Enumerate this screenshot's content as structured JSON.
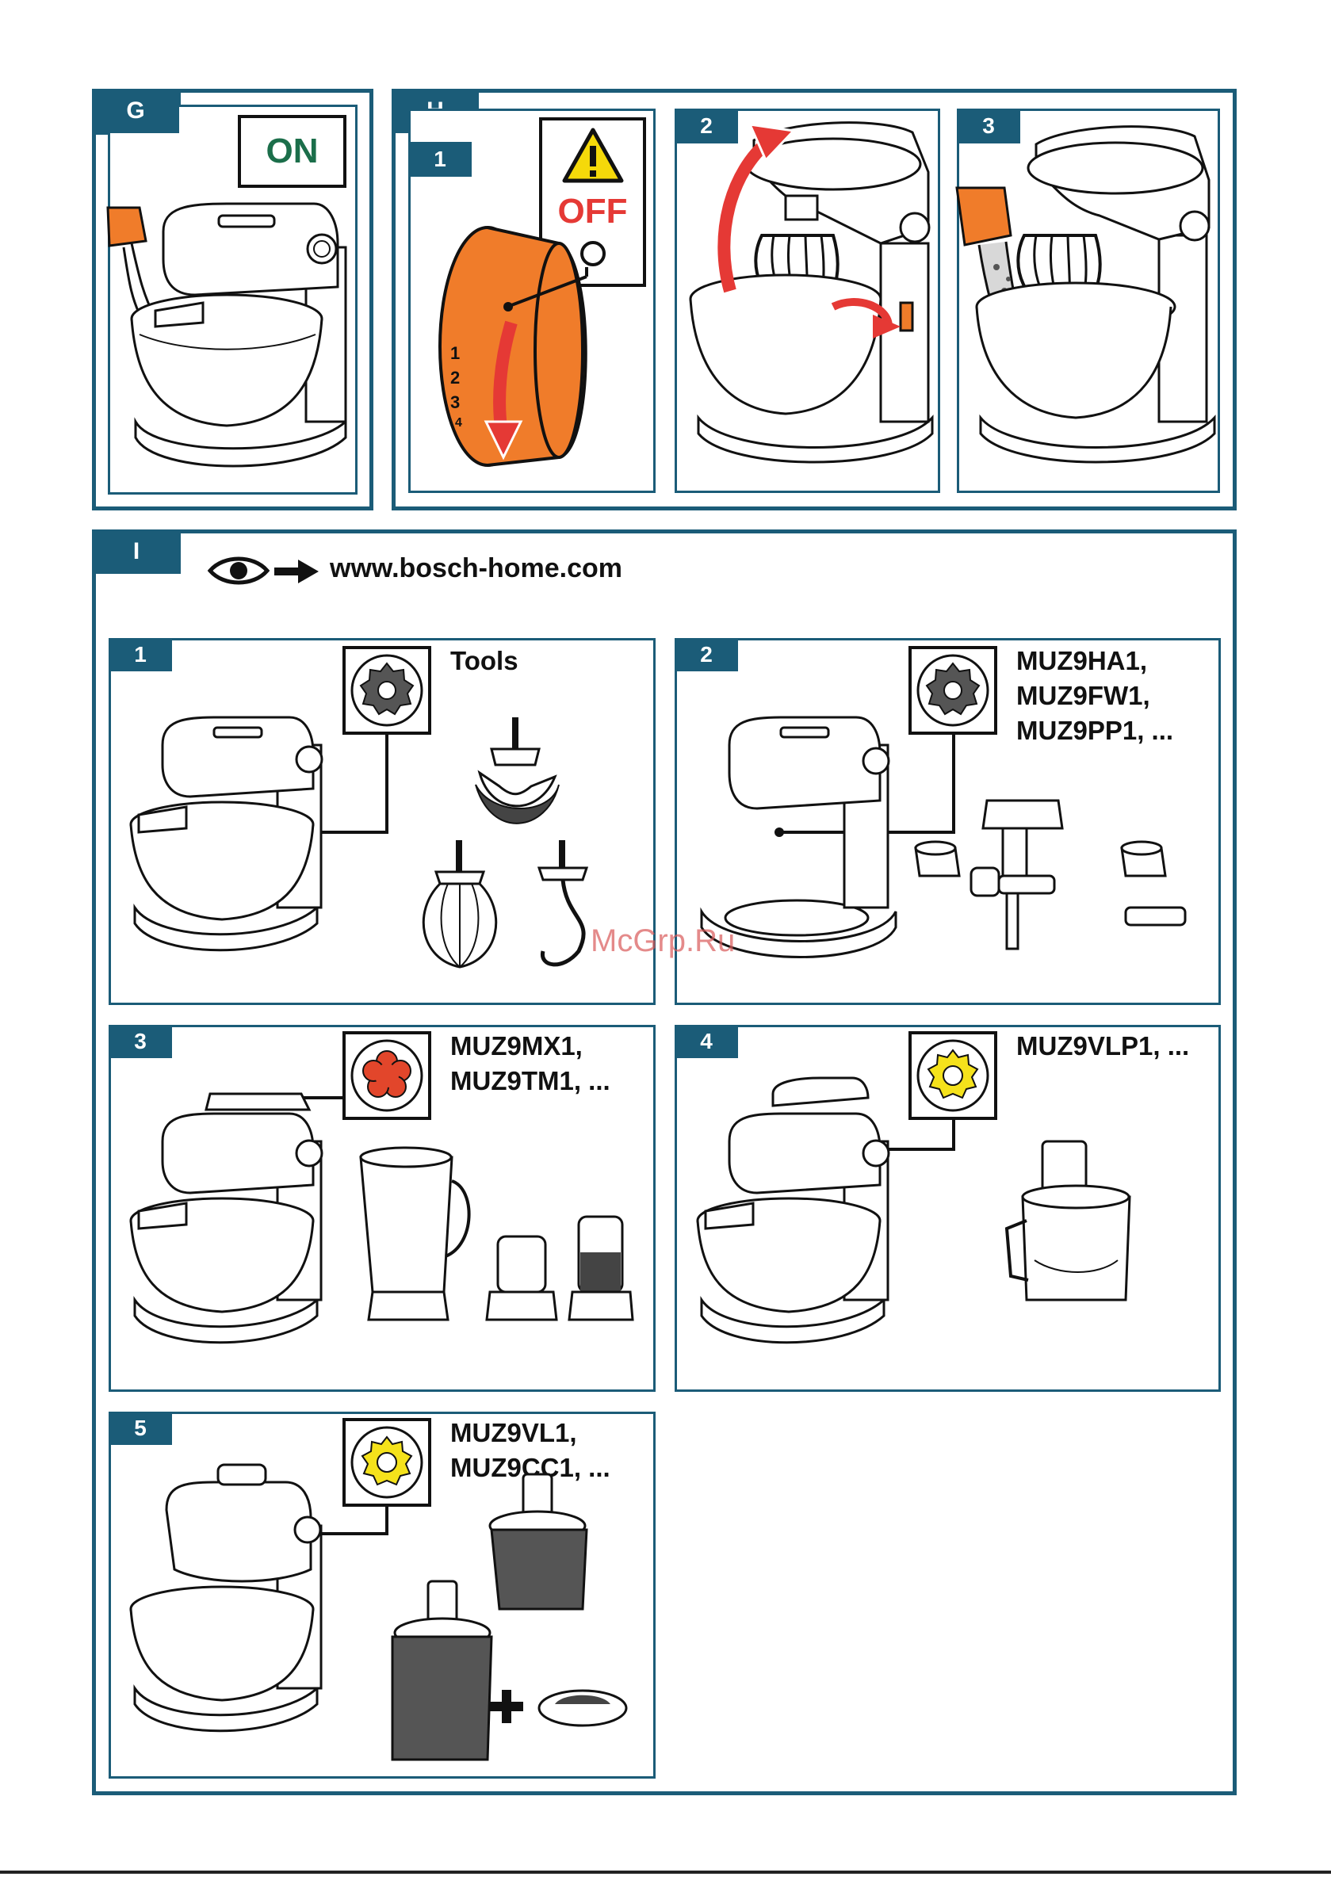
{
  "sections": {
    "g": {
      "tab": "G",
      "on_label": "ON"
    },
    "h": {
      "tab": "H",
      "steps": [
        {
          "number": "1",
          "off_label": "OFF",
          "dial_marks": [
            "1",
            "2",
            "3",
            "4"
          ]
        },
        {
          "number": "2"
        },
        {
          "number": "3"
        }
      ]
    },
    "i": {
      "tab": "I",
      "url": "www.bosch-home.com",
      "panels": [
        {
          "number": "1",
          "label_lines": [
            "Tools"
          ],
          "icon": "drive-shaft-dark-gear-icon",
          "icon_color": "#555555"
        },
        {
          "number": "2",
          "label_lines": [
            "MUZ9HA1,",
            "MUZ9FW1,",
            "MUZ9PP1, ..."
          ],
          "icon": "drive-shaft-dark-gear-icon",
          "icon_color": "#555555"
        },
        {
          "number": "3",
          "label_lines": [
            "MUZ9MX1,",
            "MUZ9TM1, ..."
          ],
          "icon": "drive-red-flower-icon",
          "icon_color": "#e2462b"
        },
        {
          "number": "4",
          "label_lines": [
            "MUZ9VLP1, ..."
          ],
          "icon": "drive-yellow-gear-icon",
          "icon_color": "#f5e21b"
        },
        {
          "number": "5",
          "label_lines": [
            "MUZ9VL1,",
            "MUZ9CC1, ..."
          ],
          "icon": "drive-yellow-gear-icon",
          "icon_color": "#f5e21b"
        }
      ]
    }
  },
  "watermark": "McGrp.Ru",
  "colors": {
    "frame": "#1b5c78",
    "accent_orange": "#f07c2a",
    "warning_red": "#e53935",
    "warning_yellow": "#f5d90a",
    "on_green": "#1b6e4a"
  }
}
